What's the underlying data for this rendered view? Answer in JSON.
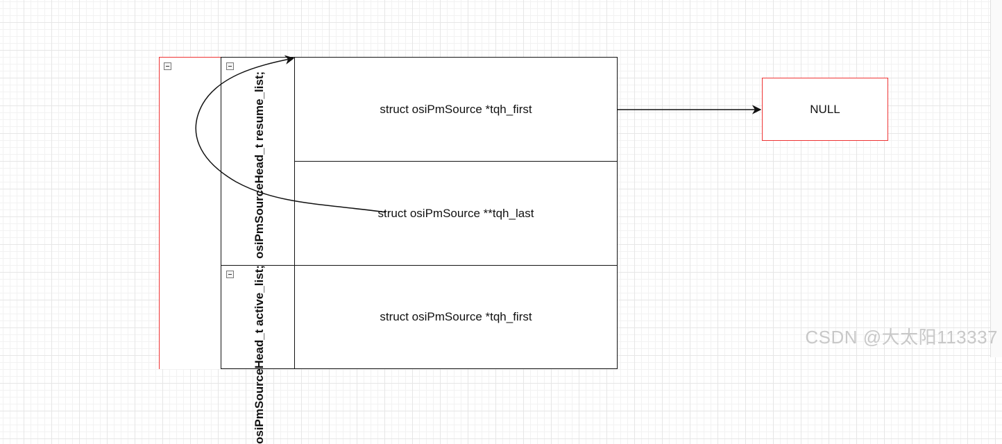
{
  "container": {
    "label": ""
  },
  "lists": [
    {
      "name": "osiPmSourceHead_t resume_list;",
      "fields": [
        "struct osiPmSource *tqh_first",
        "struct osiPmSource **tqh_last"
      ]
    },
    {
      "name": "osiPmSourceHead_t active_list;",
      "fields": [
        "struct osiPmSource *tqh_first"
      ]
    }
  ],
  "null_node": {
    "label": "NULL"
  },
  "watermark": "CSDN @大太阳113337",
  "colors": {
    "container_border": "#ee3333",
    "null_border": "#ee3333",
    "line": "#111111"
  }
}
